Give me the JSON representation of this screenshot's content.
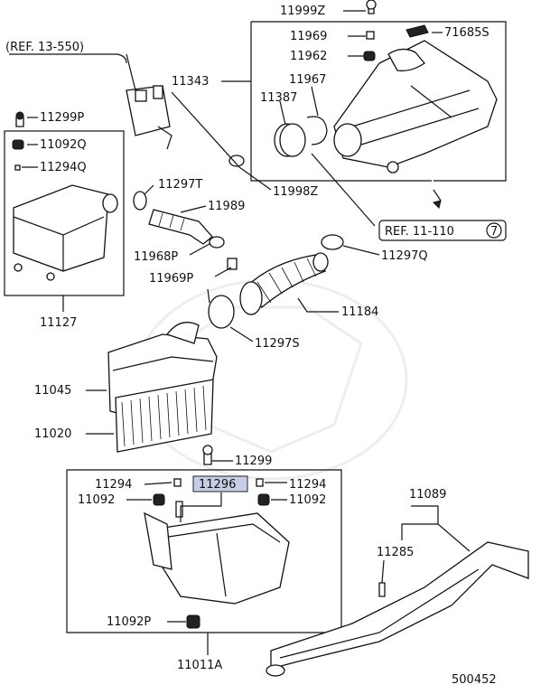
{
  "labels": {
    "p11999Z": "11999Z",
    "p11969": "11969",
    "p71685S": "71685S",
    "p11962": "11962",
    "ref13550": "(REF. 13-550)",
    "p11343": "11343",
    "p11967": "11967",
    "p11387": "11387",
    "p11299P": "11299P",
    "p11092Q": "11092Q",
    "p11294Q": "11294Q",
    "p11297T": "11297T",
    "p11998Z": "11998Z",
    "p11989": "11989",
    "ref11110": "REF. 11-110",
    "ref11110_num": "7",
    "p11968P": "11968P",
    "p11297Q": "11297Q",
    "p11969P": "11969P",
    "p11184": "11184",
    "p11127": "11127",
    "p11297S": "11297S",
    "p11045": "11045",
    "p11020": "11020",
    "p11299": "11299",
    "p11294a": "11294",
    "p11296": "11296",
    "p11294b": "11294",
    "p11089": "11089",
    "p11092a": "11092",
    "p11092b": "11092",
    "p11285": "11285",
    "p11092P": "11092P",
    "p11011A": "11011A",
    "diagram_id": "500452"
  },
  "colors": {
    "highlight": "#c8cde6",
    "line": "#111111"
  }
}
